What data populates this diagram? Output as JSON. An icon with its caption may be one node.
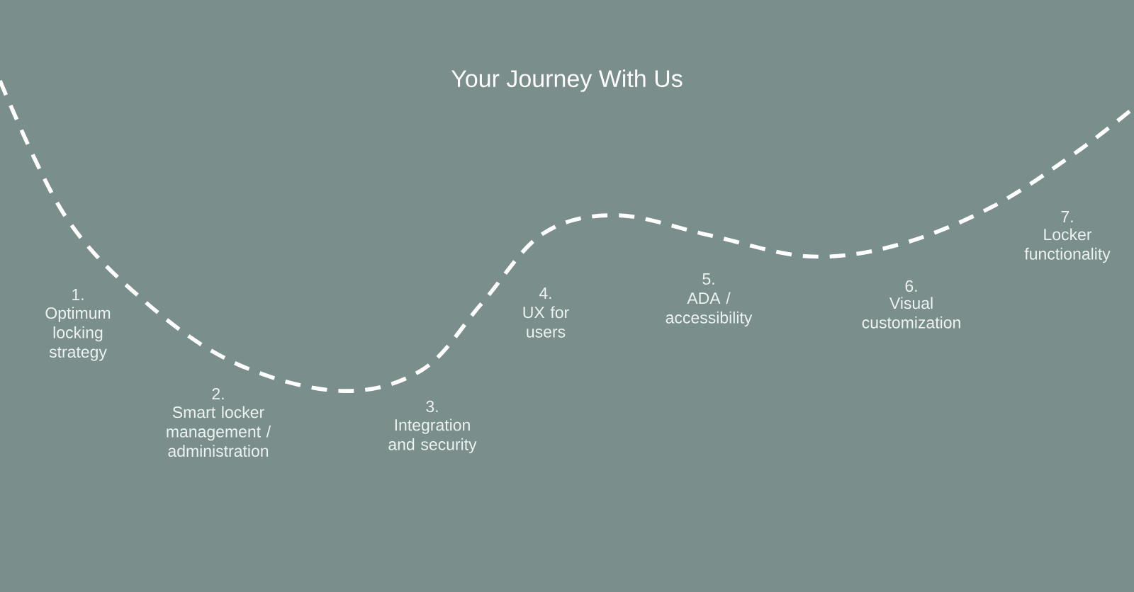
{
  "diagram": {
    "title": "Your Journey With Us",
    "labels": [
      "1.",
      "Optimum locking strategy",
      "2.",
      "Smart locker management / administration",
      "3.",
      "Integration and security",
      "4.",
      "UX for users",
      "5.",
      "ADA / accessibility",
      "6.",
      "Visual customization",
      "7.",
      "Locker functionality"
    ]
  }
}
